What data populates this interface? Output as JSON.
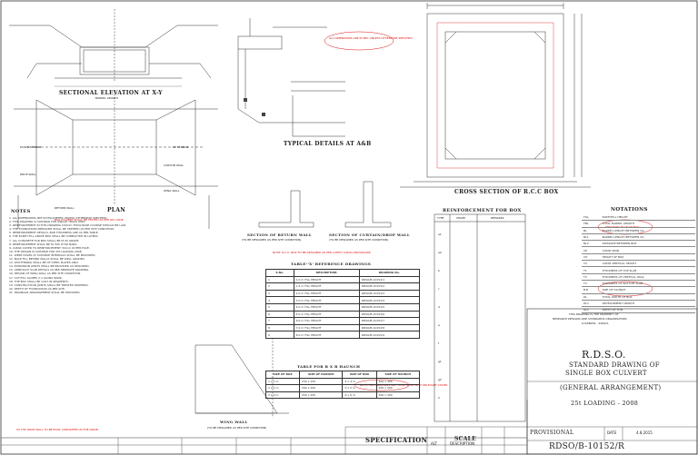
{
  "headings": {
    "section_xy": "SECTIONAL ELEVATION AT X-Y",
    "typical_ab": "TYPICAL DETAILS AT A&B",
    "plan": "PLAN",
    "notes": "NOTES",
    "cross_section": "CROSS SECTION OF R.C.C BOX",
    "section_return": "SECTION OF RETURN WALL",
    "section_return_sub": "(TO BE DESIGNED AS PER SITE CONDITION)",
    "section_curtain": "SECTION OF CURTAIN/DROP WALL",
    "section_curtain_sub": "(TO BE DESIGNED AS PER SITE CONDITION)",
    "wing_wall": "WING WALL",
    "wing_wall_sub": "(TO BE DESIGNED AS PER SITE CONDITION)",
    "reinforcement": "REINFORCEMENT FOR BOX",
    "table_x": "TABLE-'X' REFERENCE DRAWINGS",
    "table_bxb": "TABLE FOR B X B HAUNCH",
    "notations": "NOTATIONS",
    "specification": "SPECIFICATION",
    "scale": "SCALE"
  },
  "plan_labels": {
    "down_stream": "DOWN STREAM",
    "up_stream": "UP STREAM",
    "drop_wall": "DROP WALL",
    "curtain_wall": "CURTAIN WALL",
    "wing_wall": "WING WALL",
    "return_wall": "RETURN WALL",
    "barrel_length": "BARREL LENGTH"
  },
  "red_notes": {
    "n1": "ALL DIMENSIONS ARE IN MM, UNLESS OTHERWISE SPECIFIED",
    "n2": "NOTE: R.C.C. BOX TO BE DESIGNED AS PER LATEST CODAL PROVISIONS",
    "n3": "50 THK DROP WALL TO BE BUILT CONCRETED IN THE DRAIN",
    "n4": "BOX CULVERT SHALL BE TESTED AS PER IRS CODE",
    "n5": "RETAINING PLAN OF BOX",
    "n6": "NOTE: ALL DRAWINGS ARE TO BE READ WITH RELEVANT CODES"
  },
  "notes": [
    "1. ALL DIMENSIONS ARE IN MILLIMETER UNLESS OTHERWISE SPECIFIED.",
    "2. THIS DRAWING IS SUITABLE FOR SINGLE TRACK ONLY.",
    "3. REINFORCEMENT IN THIS DRAWING 150mm THICK BASE COURSE SHOULD BE LAID.",
    "4. THE FOUNDATION PRESSURE SHALL BE VERIFIED AS PER SITE CONDITION.",
    "5. REINFORCEMENT DETAILS, BAR THICKNESS ARE AS PER TABLE.",
    "6. THE EARTH FILL ABOVE BOX SHALL BE COMPACTED IN LAYERS.",
    "7. ALL CONCRETE FOR BOX SHALL BE M-30 GRADE.",
    "8. REINFORCEMENT SHALL BE Fe 500 HYSD BARS.",
    "9. CLEAR COVER TO REINFORCEMENT: 50mm OUTER FACE.",
    "10. THE DESIGN IS SUITABLE FOR 25t LOADING 2008.",
    "11. WEEP HOLES AT SUITABLE INTERVALS SHALL BE PROVIDED.",
    "12. BACK FILL BEHIND WALLS SHALL BE WELL GRADED.",
    "13. SHUTTERING SHALL BE OF STEEL PLATES ONLY.",
    "14. EXPANSION JOINTS SHALL BE PROVIDED AS REQUIRED.",
    "15. APPROACH SLAB DETAILS AS PER SEPARATE DRAWING.",
    "16. DESIGN OF WING WALL AS PER SITE CONDITION.",
    "17. CUT/FILL SLOPES 2:1 ALONG BANK.",
    "18. THE BOX SHALL BE CAST IN SEGMENTS.",
    "19. CONSTRUCTION JOINTS SHALL BE TREATED PROPERLY.",
    "20. DEPTH OF FOUNDATION AS PER SITE.",
    "21. DRAINAGE ARRANGEMENT SHALL BE PROVIDED."
  ],
  "table_x": {
    "headers": [
      "S.No.",
      "DESCRIPTION",
      "DRAWING No."
    ],
    "rows": [
      [
        "1",
        "1.0 m  FILL HEIGHT",
        "RDSO/B-10152/1"
      ],
      [
        "2",
        "1.5 m  FILL HEIGHT",
        "RDSO/B-10152/2"
      ],
      [
        "3",
        "2.0 m  FILL HEIGHT",
        "RDSO/B-10152/3"
      ],
      [
        "4",
        "3.0 m  FILL HEIGHT",
        "RDSO/B-10152/4"
      ],
      [
        "5",
        "4.0 m  FILL HEIGHT",
        "RDSO/B-10152/5"
      ],
      [
        "6",
        "5.0 m  FILL HEIGHT",
        "RDSO/B-10152/6"
      ],
      [
        "7",
        "6.0 m  FILL HEIGHT",
        "RDSO/B-10152/7"
      ],
      [
        "8",
        "7.0 m  FILL HEIGHT",
        "RDSO/B-10152/8"
      ],
      [
        "9",
        "8.0 m  FILL HEIGHT",
        "RDSO/B-10152/9"
      ]
    ]
  },
  "table_bxb": {
    "headers": [
      "SIZE OF BOX",
      "SIZE OF HAUNCH",
      "SIZE OF BOX",
      "SIZE OF HAUNCH"
    ],
    "rows": [
      [
        "1 x 1 m",
        "150 x 150",
        "4 x 4 m",
        "300 x 300"
      ],
      [
        "2 x 2 m",
        "200 x 200",
        "5 x 5 m",
        "300 x 300"
      ],
      [
        "3 x 3 m",
        "250 x 250",
        "6 x 6 m",
        "300 x 300"
      ]
    ]
  },
  "reinforcement": {
    "headers": [
      "TYPE",
      "SHAPE",
      "REMARKS"
    ],
    "types": [
      "a1",
      "a2",
      "b",
      "c",
      "d",
      "e",
      "f",
      "g1",
      "g2",
      "h"
    ]
  },
  "notations": [
    [
      "FILL",
      "EARTHFILL HEIGHT"
    ],
    [
      "TBL",
      "TOTAL BARREL LENGTH"
    ],
    [
      "BL",
      "BARREL LENGTH BETWEEN C/L"
    ],
    [
      "BL1",
      "BARREL LENGTH BETWEEN C/L"
    ],
    [
      "BL2",
      "DISTANCE BETWEEN BOX"
    ],
    [
      "CE",
      "CLEAR SPAN"
    ],
    [
      "CH",
      "HEIGHT OF BOX"
    ],
    [
      "CV",
      "CLEAR VERTICAL HEIGHT"
    ],
    [
      "T1",
      "THICKNESS OF TOP SLAB"
    ],
    [
      "T2",
      "THICKNESS OF VERTICAL WALL"
    ],
    [
      "T3",
      "THICKNESS OF BOTTOM SLAB"
    ],
    [
      "B.B",
      "SIZE OF HAUNCH"
    ],
    [
      "DL",
      "TOTAL WIDTH OF BOX"
    ],
    [
      "DL1",
      "DEVELOPMENT LENGTH"
    ],
    [
      "DL2",
      "DEPTH OF FDN"
    ]
  ],
  "stamp": {
    "note1": "THIS DRAWING IS THE PROPERTY OF",
    "note2": "RESEARCH DESIGNS AND STANDARDS ORGANISATION",
    "note3": "LUCKNOW - 226011",
    "org": "R.D.S.O.",
    "title_line1": "STANDARD DRAWING OF",
    "title_line2": "SINGLE BOX CULVERT",
    "title_line3": "(GENERAL ARRANGEMENT)",
    "loading": "25t LOADING - 2008",
    "status": "PROVISIONAL",
    "date_label": "DATE",
    "date": "4.8.2015",
    "drawing_no": "RDSO/B-10152/R",
    "alt": "ALT",
    "description": "DESCRIPTION"
  }
}
